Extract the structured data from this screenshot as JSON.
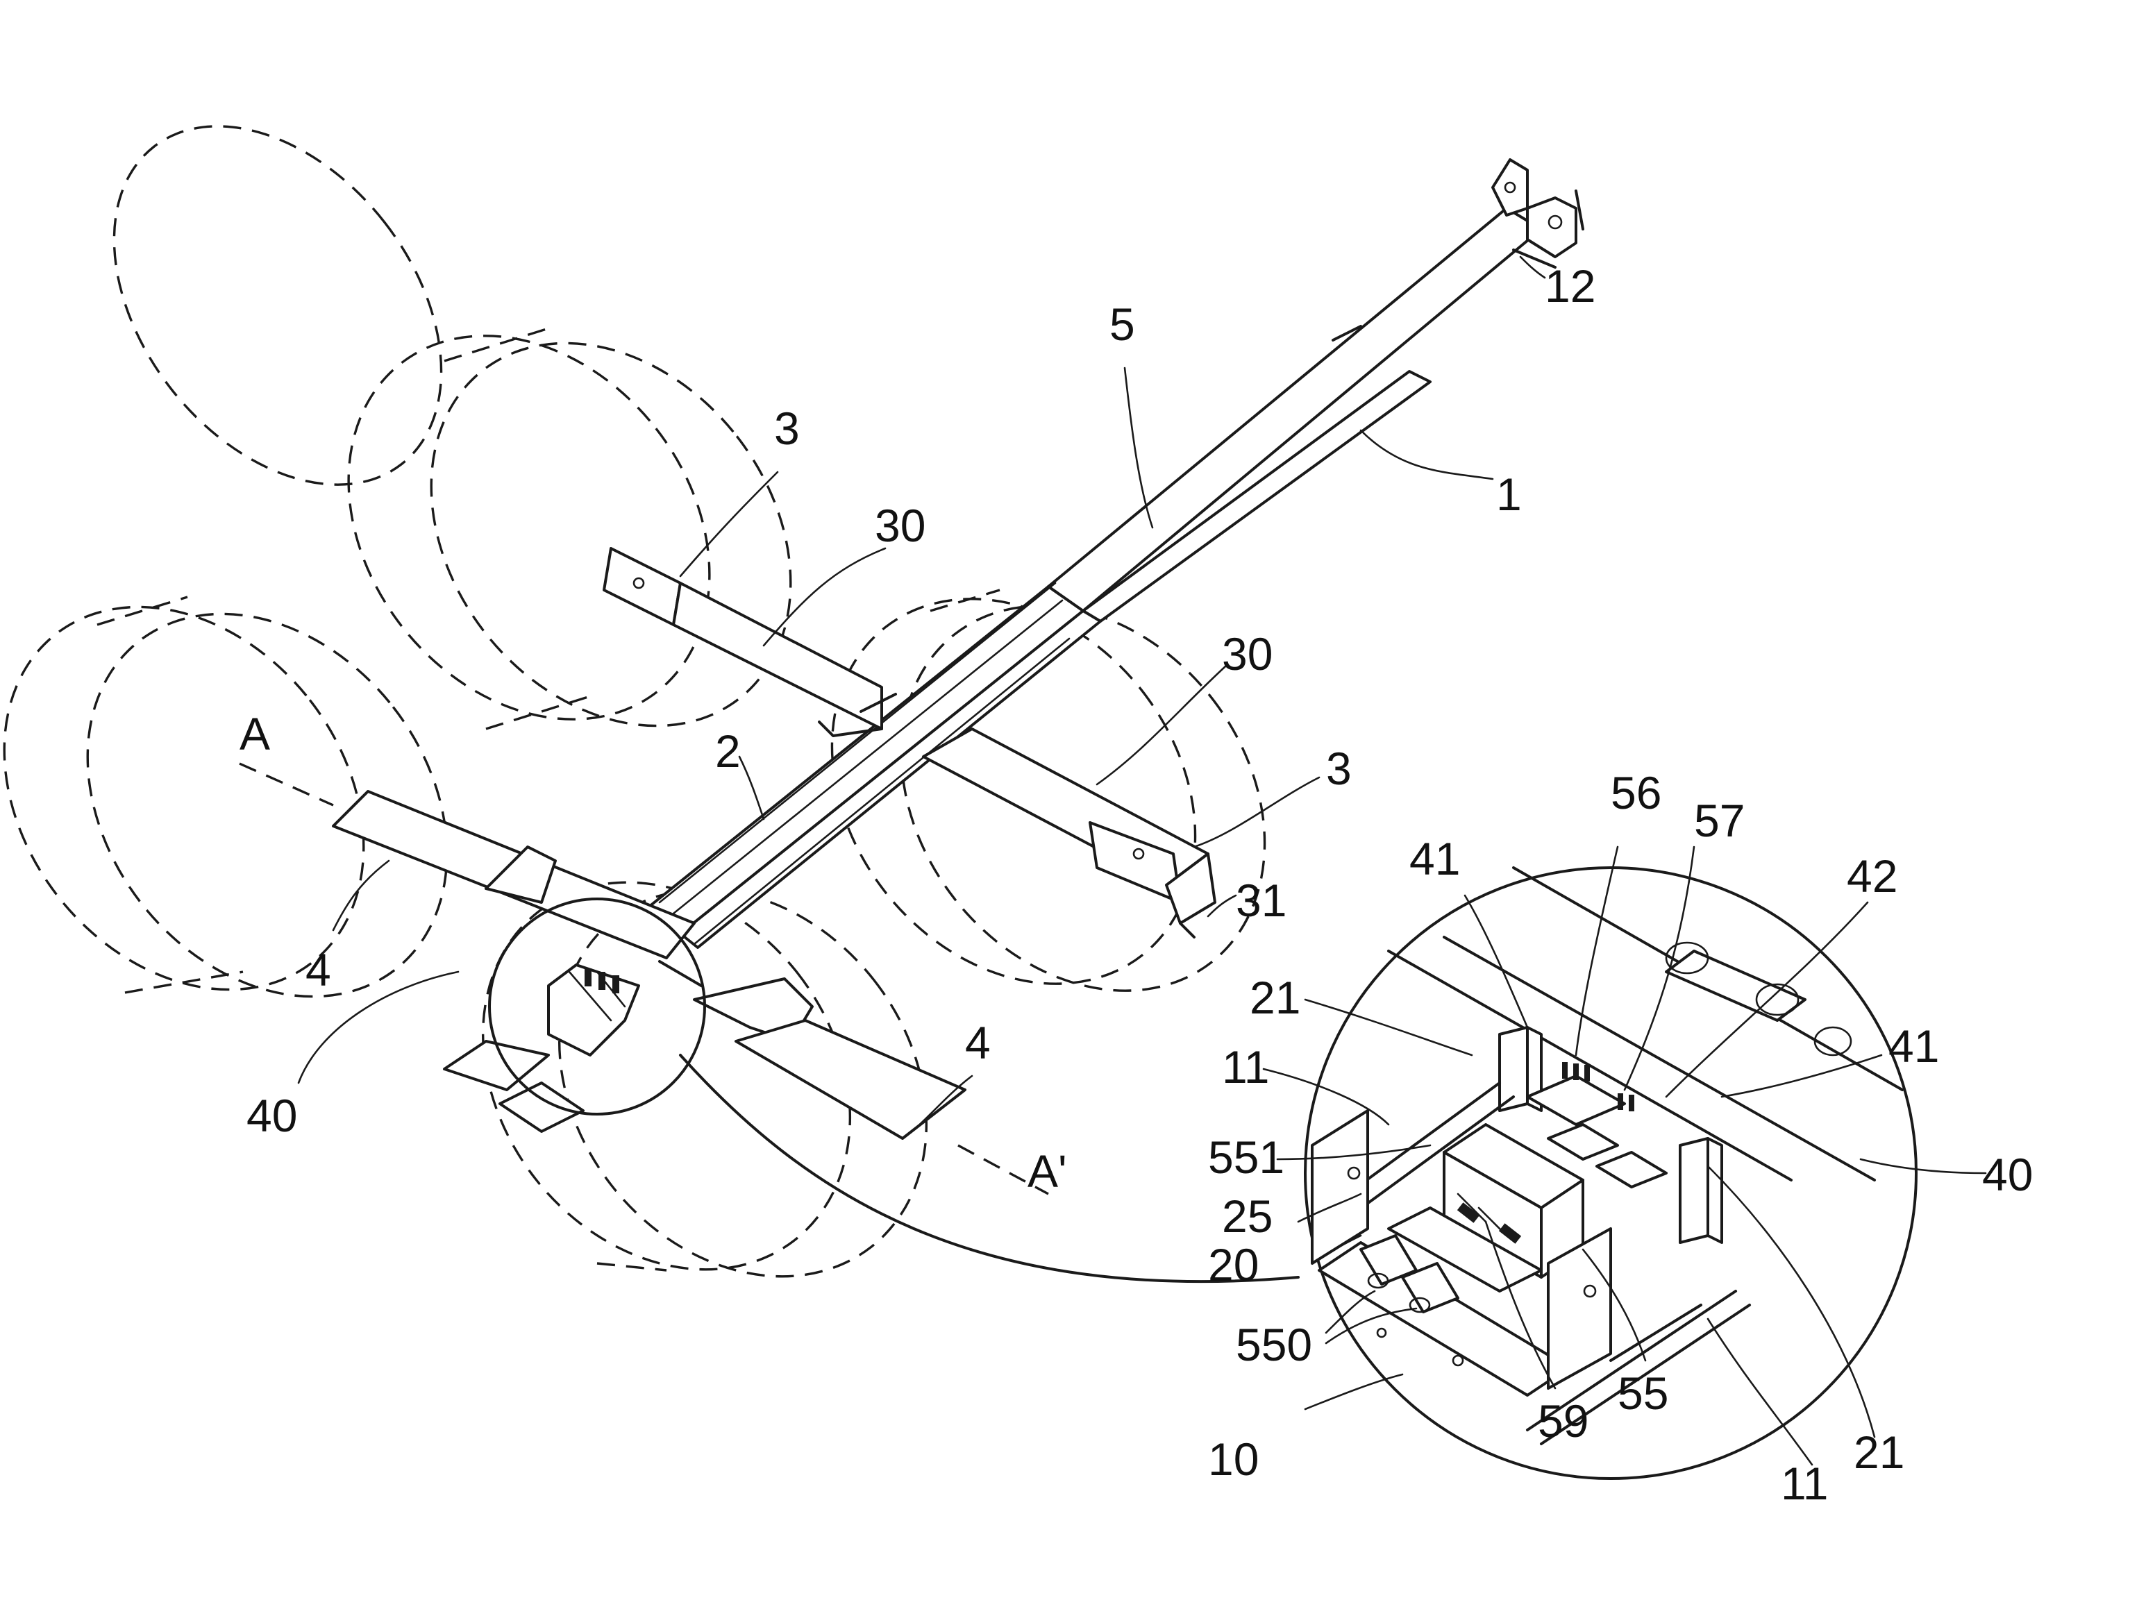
{
  "labels": {
    "l12": "12",
    "l5": "5",
    "l1": "1",
    "l3_top": "3",
    "l30_top": "30",
    "l30_right": "30",
    "l3_right": "3",
    "l31": "31",
    "l2": "2",
    "lA": "A",
    "lA_prime": "A'",
    "l4_left": "4",
    "l4_right": "4",
    "l40_left": "40",
    "l56": "56",
    "l57": "57",
    "l41_top": "41",
    "l42": "42",
    "l21_top": "21",
    "l41_right": "41",
    "l11_top": "11",
    "l40_right": "40",
    "l551": "551",
    "l25": "25",
    "l20": "20",
    "l550": "550",
    "l10": "10",
    "l59": "59",
    "l55": "55",
    "l11_bottom": "11",
    "l21_bottom": "21"
  }
}
